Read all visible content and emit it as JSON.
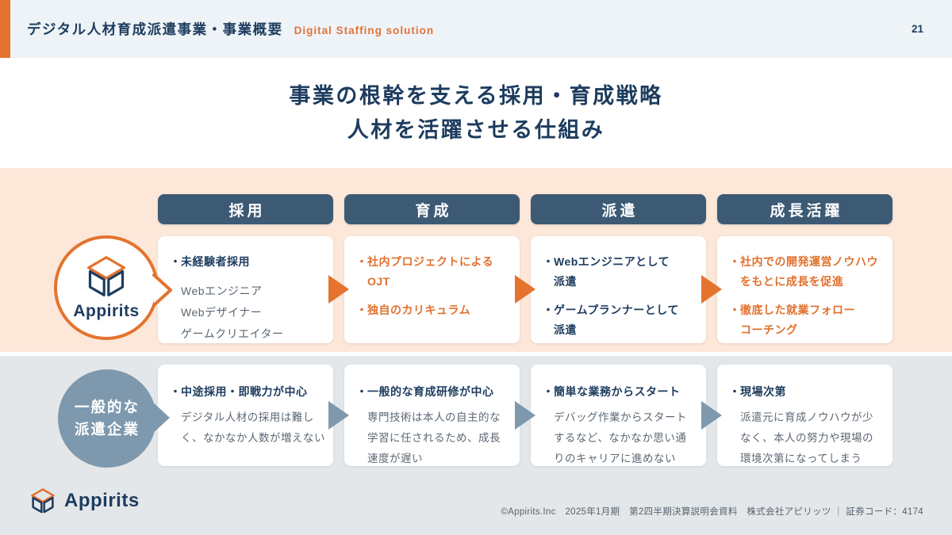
{
  "header": {
    "title": "デジタル人材育成派遣事業・事業概要",
    "subtitle": "Digital Staffing solution",
    "page_number": "21"
  },
  "main_title": {
    "line1": "事業の根幹を支える採用・育成戦略",
    "line2": "人材を活躍させる仕組み"
  },
  "bullet": "・",
  "column_headers": {
    "c1": "採用",
    "c2": "育成",
    "c3": "派遣",
    "c4": "成長活躍"
  },
  "appirits_row": {
    "brand": "Appirits",
    "card1": {
      "head": "未経験者採用",
      "subs": [
        "Webエンジニア",
        "Webデザイナー",
        "ゲームクリエイター"
      ]
    },
    "card2": {
      "item1": [
        "社内プロジェクトによる",
        "OJT"
      ],
      "item2": [
        "独自のカリキュラム"
      ]
    },
    "card3": {
      "item1": [
        "Webエンジニアとして",
        "派遣"
      ],
      "item2": [
        "ゲームプランナーとして",
        "派遣"
      ]
    },
    "card4": {
      "item1": [
        "社内での開発運営ノウハウ",
        "をもとに成長を促進"
      ],
      "item2": [
        "徹底した就業フォロー",
        "コーチング"
      ]
    }
  },
  "generic_row": {
    "label_line1": "一般的な",
    "label_line2": "派遣企業",
    "card1": {
      "head": "中途採用・即戦力が中心",
      "body": [
        "デジタル人材の採用は難し",
        "く、なかなか人数が増えない"
      ]
    },
    "card2": {
      "head": "一般的な育成研修が中心",
      "body": [
        "専門技術は本人の自主的な",
        "学習に任されるため、成長",
        "速度が遅い"
      ]
    },
    "card3": {
      "head": "簡単な業務からスタート",
      "body": [
        "デバッグ作業からスタート",
        "するなど、なかなか思い通",
        "りのキャリアに進めない"
      ]
    },
    "card4": {
      "head": "現場次第",
      "body": [
        "派遣元に育成ノウハウが少",
        "なく、本人の努力や現場の",
        "環境次第になってしまう"
      ]
    }
  },
  "footer": {
    "brand": "Appirits",
    "copyright": "©Appirits.Inc　2025年1月期　第2四半期決算説明会資料　株式会社アピリッツ ｜ 証券コード：4174"
  },
  "icons": {
    "logo": "appirits-cube-icon",
    "arrow": "right-arrow-icon"
  },
  "colors": {
    "accent_orange": "#e4732e",
    "orange_text": "#e0712f",
    "navy": "#1d3c5e",
    "slate_header": "#3c5a74",
    "peach_band": "#fce7d9",
    "gray_band": "#e4e7e9",
    "blue_gray": "#7e99ae",
    "header_bg": "#eef3f7",
    "body_gray_text": "#5d6874"
  }
}
